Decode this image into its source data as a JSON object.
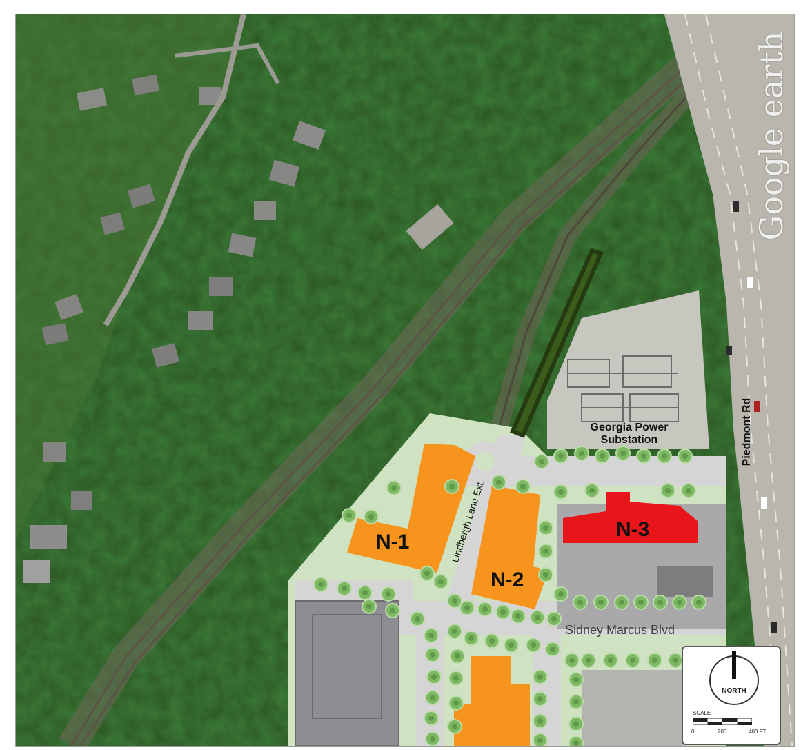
{
  "labels": {
    "substation_line1": "Georgia Power",
    "substation_line2": "Substation",
    "piedmont_rd": "Piedmont Rd",
    "lindbergh_lane": "Lindbergh Lane Ext.",
    "sidney_marcus": "Sidney Marcus Blvd"
  },
  "parcels": [
    {
      "id": "N-1",
      "label": "N-1",
      "color": "#f7941d"
    },
    {
      "id": "N-2",
      "label": "N-2",
      "color": "#f7941d"
    },
    {
      "id": "N-3",
      "label": "N-3",
      "color": "#e8161b"
    }
  ],
  "watermark": "Google earth",
  "north_arrow": {
    "label": "NORTH",
    "scale_title": "SCALE",
    "scale_ticks": [
      "0",
      "200",
      "400 FT"
    ]
  },
  "colors": {
    "parcel_orange": "#f7941d",
    "parcel_red": "#e8161b",
    "green_path": "#3b5d1c",
    "site_plaza": "#cfe3c3",
    "road_gray": "#d5d5d5",
    "building_gray": "#8e8e92"
  }
}
